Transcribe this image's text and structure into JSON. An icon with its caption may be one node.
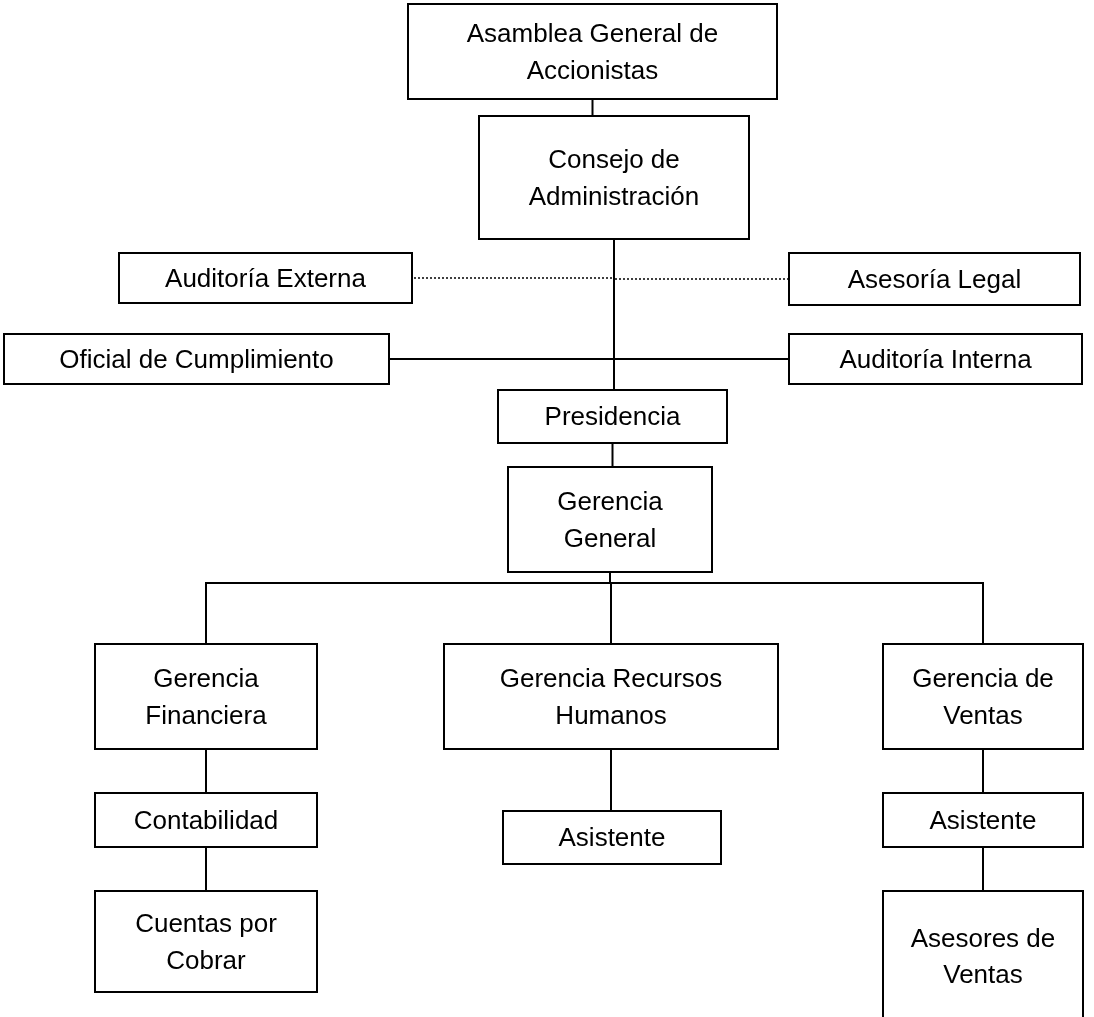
{
  "diagram": {
    "nodes": [
      {
        "text": [
          "Asamblea General de Accionistas"
        ]
      },
      {
        "text": [
          "Consejo de Administración"
        ]
      },
      {
        "text": [
          "Auditoría Externa"
        ]
      },
      {
        "text": [
          "Asesoría Legal"
        ]
      },
      {
        "text": [
          "Oficial de Cumplimiento"
        ]
      },
      {
        "text": [
          "Auditoría Interna"
        ]
      },
      {
        "text": [
          "Presidencia"
        ]
      },
      {
        "text": [
          "Gerencia General"
        ]
      },
      {
        "text": [
          "Gerencia Financiera"
        ]
      },
      {
        "text": [
          "Gerencia Recursos Humanos"
        ]
      },
      {
        "text": [
          "Gerencia de Ventas"
        ]
      },
      {
        "text": [
          "Contabilidad"
        ]
      },
      {
        "text": [
          "Asistente"
        ]
      },
      {
        "text": [
          "Asistente"
        ]
      },
      {
        "text": [
          "Cuentas por Cobrar"
        ]
      },
      {
        "text": [
          "Asesores de Ventas"
        ]
      }
    ],
    "edges": [
      {
        "from": 0,
        "to": 1,
        "arrow": "none"
      },
      {
        "from": 1,
        "to": 2,
        "arrow": "none",
        "style": "dashed"
      },
      {
        "from": 1,
        "to": 3,
        "arrow": "none",
        "style": "dashed"
      },
      {
        "from": 1,
        "to": 4,
        "arrow": "none"
      },
      {
        "from": 1,
        "to": 5,
        "arrow": "none"
      },
      {
        "from": 1,
        "to": 6,
        "arrow": "none"
      },
      {
        "from": 6,
        "to": 7,
        "arrow": "none"
      },
      {
        "from": 7,
        "to": 8,
        "arrow": "none"
      },
      {
        "from": 7,
        "to": 9,
        "arrow": "none"
      },
      {
        "from": 7,
        "to": 10,
        "arrow": "none"
      },
      {
        "from": 8,
        "to": 11,
        "arrow": "none"
      },
      {
        "from": 11,
        "to": 14,
        "arrow": "none"
      },
      {
        "from": 9,
        "to": 12,
        "arrow": "none"
      },
      {
        "from": 10,
        "to": 13,
        "arrow": "none"
      },
      {
        "from": 13,
        "to": 15,
        "arrow": "none"
      }
    ]
  }
}
